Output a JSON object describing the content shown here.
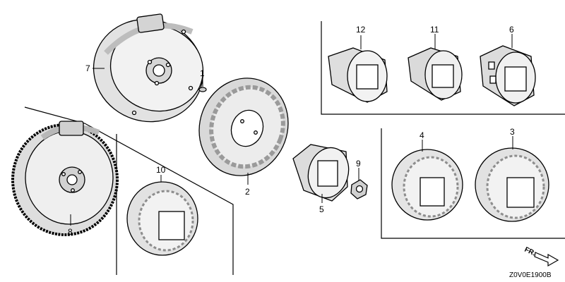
{
  "diagram": {
    "callouts": {
      "p1": "1",
      "p2": "2",
      "p3": "3",
      "p4": "4",
      "p5": "5",
      "p6": "6",
      "p7": "7",
      "p8": "8",
      "p9": "9",
      "p10": "10",
      "p11": "11",
      "p12": "12"
    },
    "direction_label": "FR.",
    "figure_code": "Z0V0E1900B"
  }
}
